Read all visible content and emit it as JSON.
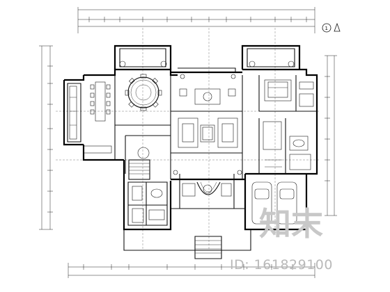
{
  "drawing": {
    "north_marker": "1",
    "watermark_brand": "知末",
    "watermark_id": "ID: 161829100"
  },
  "colors": {
    "background": "#ffffff",
    "line": "#111111",
    "watermark": "#c0c0c0"
  }
}
